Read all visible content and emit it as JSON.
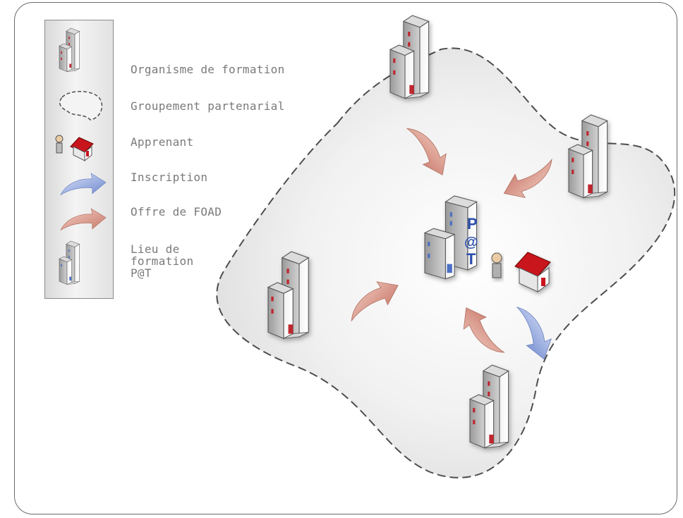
{
  "legend": {
    "items": [
      {
        "icon": "training-center-building-icon",
        "label": "Organisme de formation"
      },
      {
        "icon": "partnership-dashed-shape-icon",
        "label": "Groupement partenarial"
      },
      {
        "icon": "learner-person-house-icon",
        "label": "Apprenant"
      },
      {
        "icon": "blue-arrow-icon",
        "label": "Inscription"
      },
      {
        "icon": "salmon-arrow-icon",
        "label": "Offre de FOAD"
      },
      {
        "icon": "pat-building-icon",
        "label": "Lieu de\nformation\nP@T"
      }
    ]
  },
  "diagram": {
    "center_building_sign": [
      "P",
      "@",
      "T"
    ]
  },
  "colors": {
    "salmon_arrow": "#d9907e",
    "blue_arrow": "#7b95d6",
    "building_window_red": "#c0272d",
    "building_window_blue": "#4b6fc4",
    "house_roof": "#c8141c"
  }
}
